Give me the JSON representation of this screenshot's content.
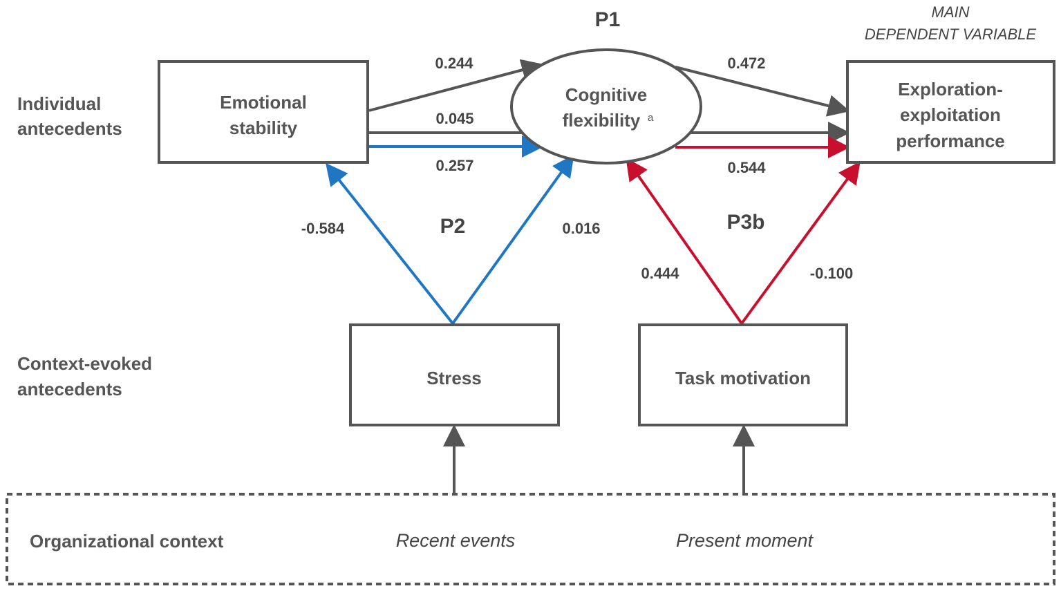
{
  "row_labels": {
    "individual": [
      "Individual",
      "antecedents"
    ],
    "context_evoked": [
      "Context-evoked",
      "antecedents"
    ]
  },
  "nodes": {
    "emotional_stability": [
      "Emotional",
      "stability"
    ],
    "cognitive_flexibility": [
      "Cognitive",
      "flexibility"
    ],
    "cognitive_flexibility_note": "a",
    "exploration": [
      "Exploration-",
      "exploitation",
      "performance"
    ],
    "stress": "Stress",
    "task_motivation": "Task motivation"
  },
  "dependent_variable_note": [
    "MAIN",
    "DEPENDENT VARIABLE"
  ],
  "propositions": {
    "p1": "P1",
    "p2": "P2",
    "p3b": "P3b"
  },
  "coefficients": {
    "es_to_cf": "0.244",
    "es_to_exp": "0.045",
    "es_to_cf_moderated": "0.257",
    "cf_to_exp": "0.472",
    "cf_to_exp_moderated": "0.544",
    "stress_to_es": "-0.584",
    "stress_to_cf": "0.016",
    "motivation_to_cf": "0.444",
    "motivation_to_exp": "-0.100"
  },
  "context": {
    "label": "Organizational context",
    "recent_events": "Recent events",
    "present_moment": "Present moment"
  },
  "colors": {
    "neutral": "#555555",
    "stress_path": "#1f77c4",
    "motivation_path": "#c8102e"
  }
}
